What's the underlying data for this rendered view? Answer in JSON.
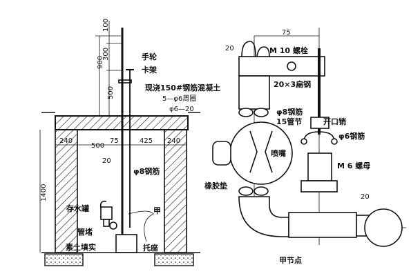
{
  "left_section": {
    "dims": {
      "d100": "100",
      "d300": "300",
      "d900": "900",
      "d500_v": "500",
      "d240_l": "240",
      "d500_h": "500",
      "d75": "75",
      "d425": "425",
      "d240_r": "240",
      "d20": "20",
      "d1400": "1400"
    },
    "labels": {
      "handwheel": "手轮",
      "clamp": "卡架",
      "slab": "现浇150#钢筋混凝土",
      "ring_bar": "5—φ6周圈",
      "bar_spacing": "φ6—20",
      "rebar": "φ8钢筋",
      "water_tank": "存水罐",
      "node_a": "甲",
      "plug": "管堵",
      "fill": "素土填实",
      "support": "托座"
    }
  },
  "right_detail": {
    "dims": {
      "d75": "75",
      "d20_top": "20",
      "d20_right": "20"
    },
    "labels": {
      "bolt": "M 10 螺栓",
      "flat_steel": "20×3扁钢",
      "rebar": "φ8钢筋",
      "pipe_joint": "15管节",
      "cotter_pin": "开口销",
      "rebar6": "φ6钢筋",
      "nozzle": "喷嘴",
      "nut": "M 6 螺母",
      "gasket": "橡胶垫",
      "title": "甲节点"
    }
  }
}
